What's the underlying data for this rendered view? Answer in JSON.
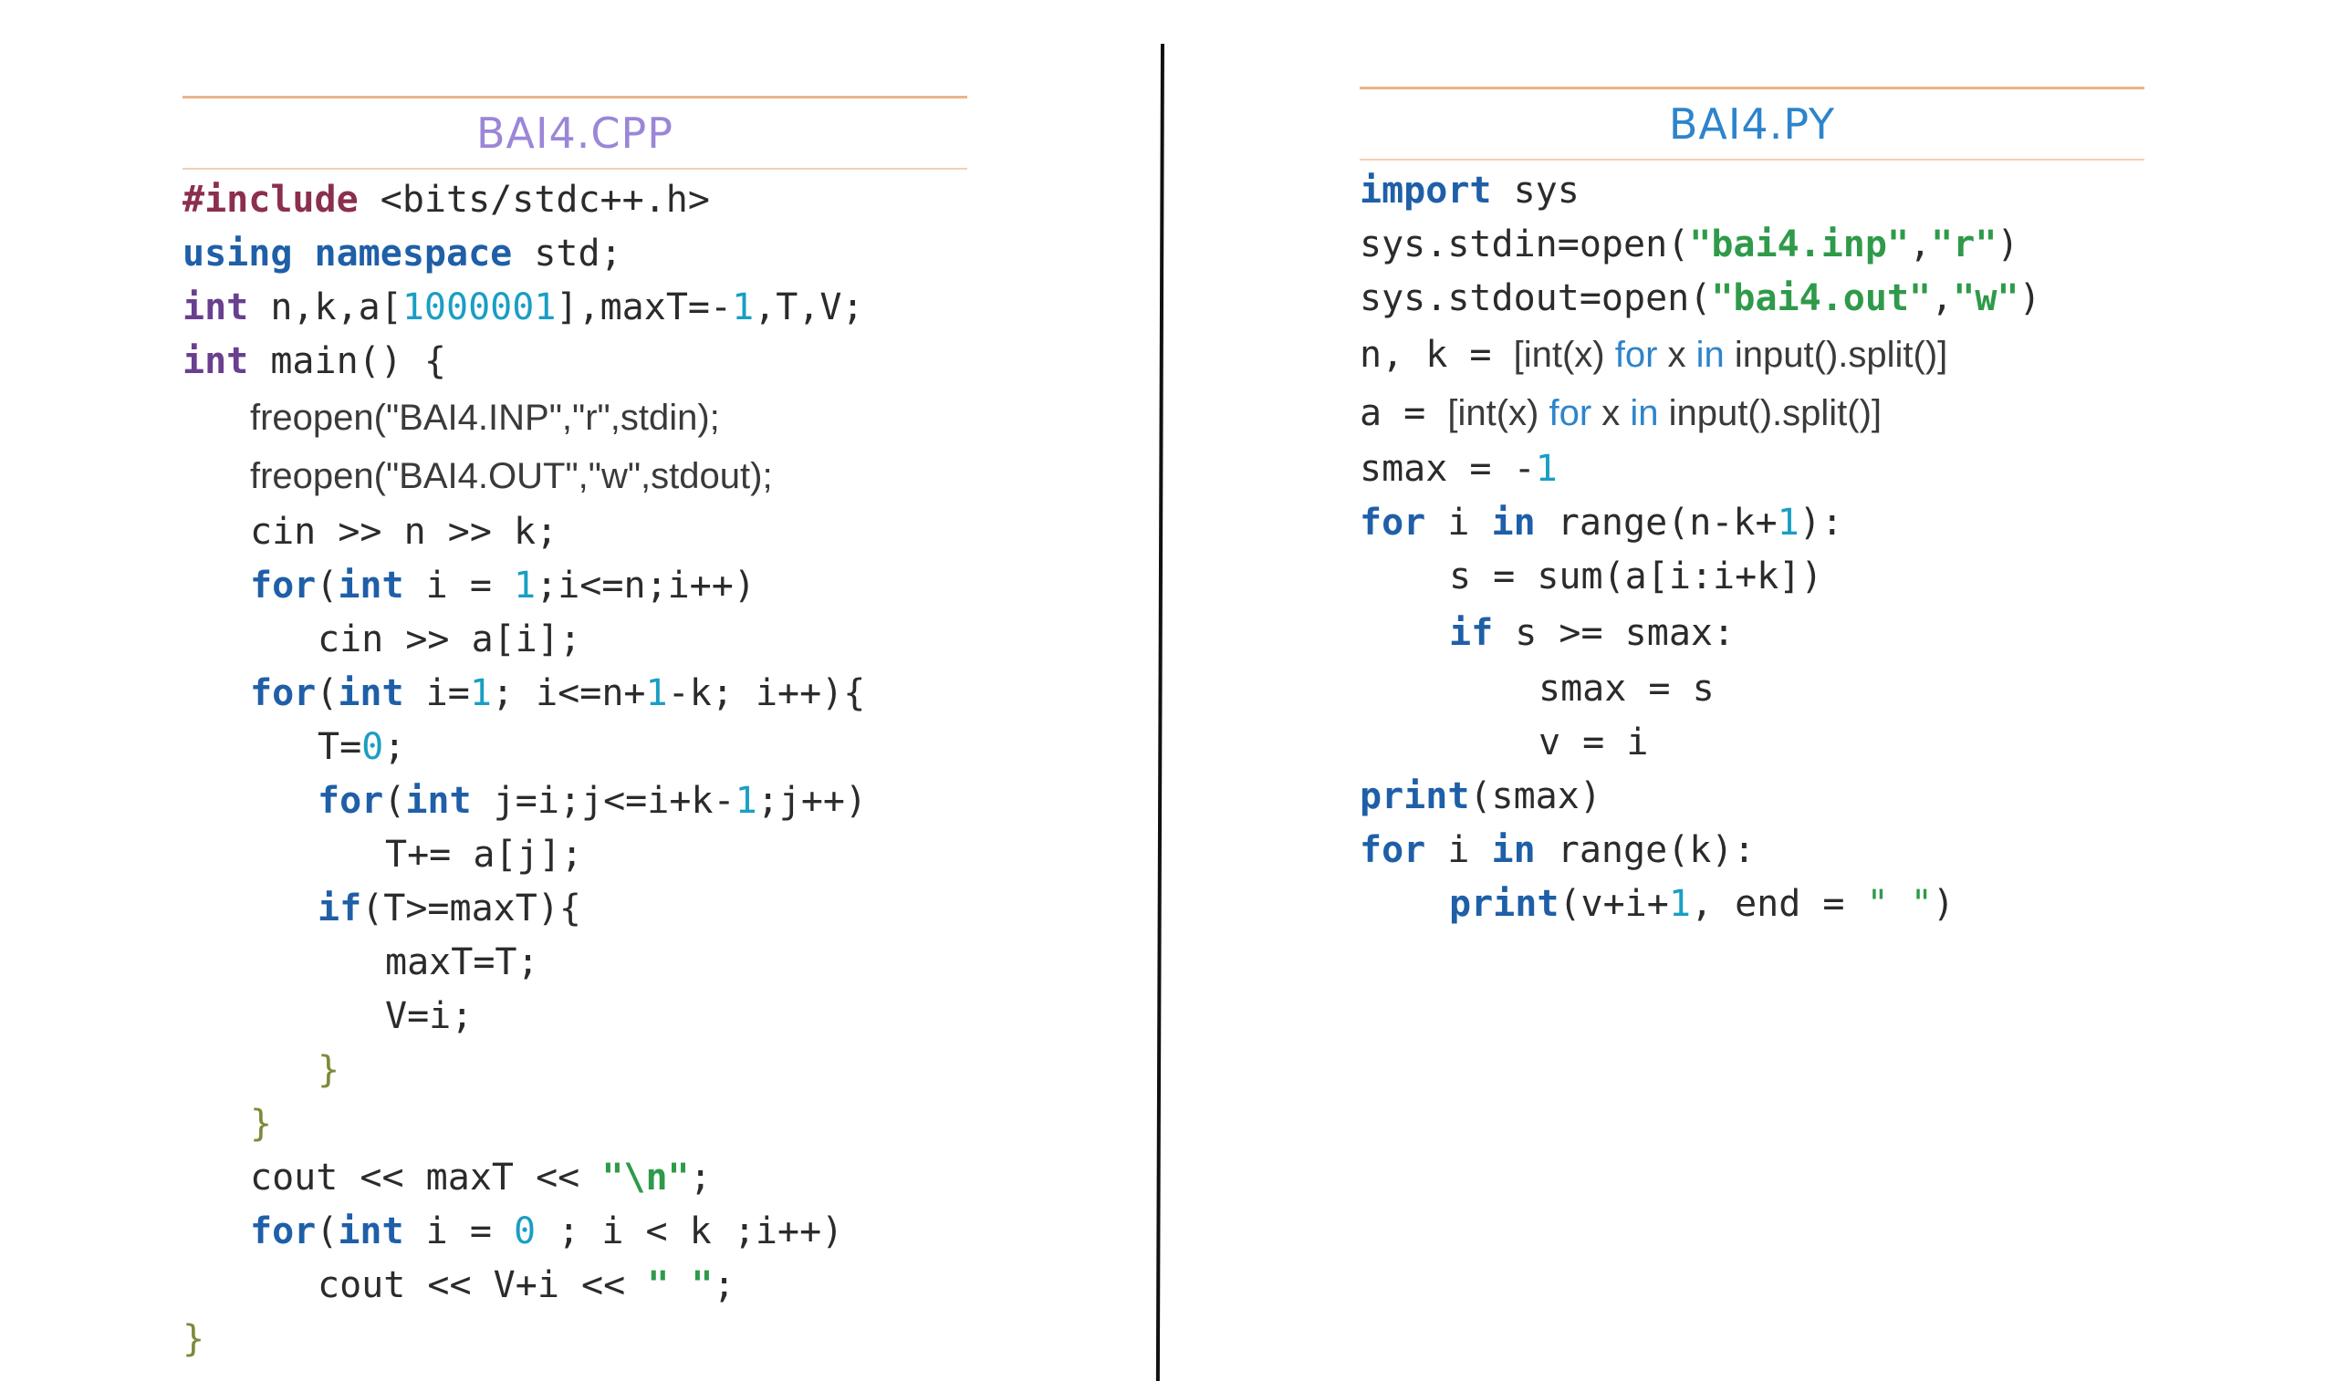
{
  "cpp": {
    "title": "BAI4.CPP",
    "lines": [
      {
        "indent": 0,
        "tokens": [
          {
            "t": "#include",
            "c": "pp"
          },
          {
            "t": " <bits/stdc++.h>",
            "c": ""
          }
        ]
      },
      {
        "indent": 0,
        "tokens": [
          {
            "t": "using namespace",
            "c": "kw"
          },
          {
            "t": " std;",
            "c": ""
          }
        ]
      },
      {
        "indent": 0,
        "tokens": [
          {
            "t": "int",
            "c": "kwp"
          },
          {
            "t": " n,k,a[",
            "c": ""
          },
          {
            "t": "1000001",
            "c": "num"
          },
          {
            "t": "],maxT=-",
            "c": ""
          },
          {
            "t": "1",
            "c": "num"
          },
          {
            "t": ",T,V;",
            "c": ""
          }
        ]
      },
      {
        "indent": 0,
        "tokens": [
          {
            "t": "int",
            "c": "kwp"
          },
          {
            "t": " main() {",
            "c": ""
          }
        ]
      },
      {
        "indent": 1,
        "sans": true,
        "tall": true,
        "tokens": [
          {
            "t": "freopen(\"BAI4.INP\",\"r\",stdin);",
            "c": ""
          }
        ]
      },
      {
        "indent": 1,
        "sans": true,
        "tall": true,
        "tokens": [
          {
            "t": "freopen(\"BAI4.OUT\",\"w\",stdout);",
            "c": ""
          }
        ]
      },
      {
        "indent": 1,
        "tokens": [
          {
            "t": "cin >> n >> k;",
            "c": ""
          }
        ]
      },
      {
        "indent": 1,
        "tokens": [
          {
            "t": "for",
            "c": "kw"
          },
          {
            "t": "(",
            "c": ""
          },
          {
            "t": "int",
            "c": "kw"
          },
          {
            "t": " i = ",
            "c": ""
          },
          {
            "t": "1",
            "c": "num"
          },
          {
            "t": ";i<=n;i++)",
            "c": ""
          }
        ]
      },
      {
        "indent": 2,
        "tokens": [
          {
            "t": "cin >> a[i];",
            "c": ""
          }
        ]
      },
      {
        "indent": 1,
        "tokens": [
          {
            "t": "for",
            "c": "kw"
          },
          {
            "t": "(",
            "c": ""
          },
          {
            "t": "int",
            "c": "kw"
          },
          {
            "t": " i=",
            "c": ""
          },
          {
            "t": "1",
            "c": "num"
          },
          {
            "t": "; i<=n+",
            "c": ""
          },
          {
            "t": "1",
            "c": "num"
          },
          {
            "t": "-k; i++){",
            "c": ""
          }
        ]
      },
      {
        "indent": 2,
        "tokens": [
          {
            "t": "T=",
            "c": ""
          },
          {
            "t": "0",
            "c": "num"
          },
          {
            "t": ";",
            "c": ""
          }
        ]
      },
      {
        "indent": 2,
        "tokens": [
          {
            "t": "for",
            "c": "kw"
          },
          {
            "t": "(",
            "c": ""
          },
          {
            "t": "int",
            "c": "kw"
          },
          {
            "t": " j=i;j<=i+k-",
            "c": ""
          },
          {
            "t": "1",
            "c": "num"
          },
          {
            "t": ";j++)",
            "c": ""
          }
        ]
      },
      {
        "indent": 3,
        "tokens": [
          {
            "t": "T+= a[j];",
            "c": ""
          }
        ]
      },
      {
        "indent": 2,
        "tokens": [
          {
            "t": "if",
            "c": "kw"
          },
          {
            "t": "(T>=maxT){",
            "c": ""
          }
        ]
      },
      {
        "indent": 3,
        "tokens": [
          {
            "t": "maxT=T;",
            "c": ""
          }
        ]
      },
      {
        "indent": 3,
        "tokens": [
          {
            "t": "V=i;",
            "c": ""
          }
        ]
      },
      {
        "indent": 2,
        "tokens": [
          {
            "t": "}",
            "c": "op"
          }
        ]
      },
      {
        "indent": 1,
        "tokens": [
          {
            "t": "}",
            "c": "op"
          }
        ]
      },
      {
        "indent": 1,
        "tokens": [
          {
            "t": "cout << maxT << ",
            "c": ""
          },
          {
            "t": "\"\\n\"",
            "c": "str"
          },
          {
            "t": ";",
            "c": ""
          }
        ]
      },
      {
        "indent": 1,
        "tokens": [
          {
            "t": "for",
            "c": "kw"
          },
          {
            "t": "(",
            "c": ""
          },
          {
            "t": "int",
            "c": "kw"
          },
          {
            "t": " i = ",
            "c": ""
          },
          {
            "t": "0",
            "c": "num"
          },
          {
            "t": " ; i < k ;i++)",
            "c": ""
          }
        ]
      },
      {
        "indent": 2,
        "tokens": [
          {
            "t": "cout << V+i << ",
            "c": ""
          },
          {
            "t": "\" \"",
            "c": "str"
          },
          {
            "t": ";",
            "c": ""
          }
        ]
      },
      {
        "indent": 0,
        "tokens": [
          {
            "t": "}",
            "c": "op"
          }
        ]
      }
    ]
  },
  "py": {
    "title": "BAI4.PY",
    "lines": [
      {
        "indent": 0,
        "tokens": [
          {
            "t": "import",
            "c": "kw"
          },
          {
            "t": " sys",
            "c": ""
          }
        ]
      },
      {
        "indent": 0,
        "tokens": [
          {
            "t": "sys.stdin=open(",
            "c": ""
          },
          {
            "t": "\"bai4.inp\"",
            "c": "str"
          },
          {
            "t": ",",
            "c": ""
          },
          {
            "t": "\"r\"",
            "c": "str"
          },
          {
            "t": ")",
            "c": ""
          }
        ]
      },
      {
        "indent": 0,
        "tokens": [
          {
            "t": "sys.stdout=open(",
            "c": ""
          },
          {
            "t": "\"bai4.out\"",
            "c": "str"
          },
          {
            "t": ",",
            "c": ""
          },
          {
            "t": "\"w\"",
            "c": "str"
          },
          {
            "t": ")",
            "c": ""
          }
        ]
      },
      {
        "indent": 0,
        "tall": true,
        "tokens": [
          {
            "t": "n, k = ",
            "c": ""
          },
          {
            "t": "[int(x) ",
            "c": "sans"
          },
          {
            "t": "for",
            "c": "kwl sans"
          },
          {
            "t": " x ",
            "c": "sans"
          },
          {
            "t": "in",
            "c": "kwl sans"
          },
          {
            "t": " input().split()]",
            "c": "sans"
          }
        ]
      },
      {
        "indent": 0,
        "tall": true,
        "tokens": [
          {
            "t": "a = ",
            "c": ""
          },
          {
            "t": "[int(x) ",
            "c": "sans"
          },
          {
            "t": "for",
            "c": "kwl sans"
          },
          {
            "t": " x ",
            "c": "sans"
          },
          {
            "t": "in",
            "c": "kwl sans"
          },
          {
            "t": " input().split()]",
            "c": "sans"
          }
        ]
      },
      {
        "indent": 0,
        "tokens": [
          {
            "t": "smax = -",
            "c": ""
          },
          {
            "t": "1",
            "c": "num"
          }
        ]
      },
      {
        "indent": 0,
        "tokens": [
          {
            "t": "for",
            "c": "kw"
          },
          {
            "t": " i ",
            "c": ""
          },
          {
            "t": "in",
            "c": "kw"
          },
          {
            "t": " range(n-k+",
            "c": ""
          },
          {
            "t": "1",
            "c": "num"
          },
          {
            "t": "):",
            "c": ""
          }
        ]
      },
      {
        "indent": 1,
        "tokens": [
          {
            "t": "s = sum(a[i:i+k])",
            "c": ""
          }
        ]
      },
      {
        "indent": 1,
        "tall": true,
        "tokens": [
          {
            "t": "if",
            "c": "kw"
          },
          {
            "t": " s >= smax:",
            "c": ""
          }
        ]
      },
      {
        "indent": 2,
        "tokens": [
          {
            "t": "smax = s",
            "c": ""
          }
        ]
      },
      {
        "indent": 2,
        "tokens": [
          {
            "t": "v = i",
            "c": ""
          }
        ]
      },
      {
        "indent": 0,
        "tokens": [
          {
            "t": "print",
            "c": "kw"
          },
          {
            "t": "(smax)",
            "c": ""
          }
        ]
      },
      {
        "indent": 0,
        "tokens": [
          {
            "t": "for",
            "c": "kw"
          },
          {
            "t": " i ",
            "c": ""
          },
          {
            "t": "in",
            "c": "kw"
          },
          {
            "t": " range(k):",
            "c": ""
          }
        ]
      },
      {
        "indent": 1,
        "tokens": [
          {
            "t": "print",
            "c": "kw"
          },
          {
            "t": "(v+i+",
            "c": ""
          },
          {
            "t": "1",
            "c": "num"
          },
          {
            "t": ", end = ",
            "c": ""
          },
          {
            "t": "\" \"",
            "c": "strs"
          },
          {
            "t": ")",
            "c": ""
          }
        ]
      }
    ]
  }
}
